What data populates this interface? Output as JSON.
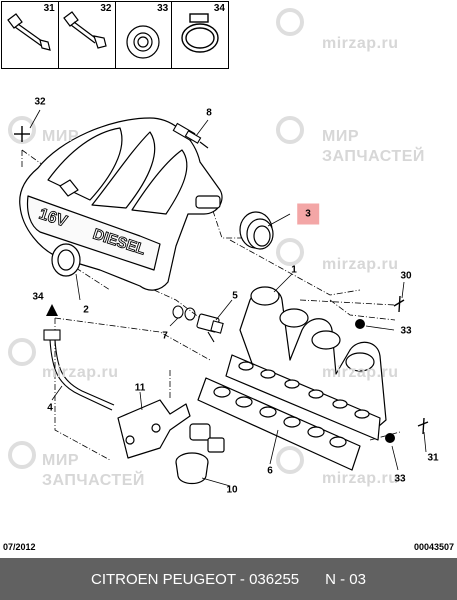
{
  "header_parts": [
    "31",
    "32",
    "33",
    "34"
  ],
  "callouts": [
    {
      "id": "32",
      "highlight": false
    },
    {
      "id": "8",
      "highlight": false
    },
    {
      "id": "3",
      "highlight": true
    },
    {
      "id": "1",
      "highlight": false
    },
    {
      "id": "30",
      "highlight": false
    },
    {
      "id": "33",
      "highlight": false
    },
    {
      "id": "2",
      "highlight": false
    },
    {
      "id": "5",
      "highlight": false
    },
    {
      "id": "7",
      "highlight": false
    },
    {
      "id": "34",
      "highlight": false
    },
    {
      "id": "4",
      "highlight": false
    },
    {
      "id": "11",
      "highlight": false
    },
    {
      "id": "6",
      "highlight": false
    },
    {
      "id": "10",
      "highlight": false
    },
    {
      "id": "31",
      "highlight": false
    },
    {
      "id": "33",
      "highlight": false
    }
  ],
  "engine_text": {
    "valves": "16V",
    "fuel": "DIESEL"
  },
  "watermark": {
    "latin": "mirzap.ru",
    "cyr_line1": "МИР",
    "cyr_line2": "ЗАПЧАСТЕЙ"
  },
  "date_code": "07/2012",
  "ref_code": "00043507",
  "footer": {
    "brand_part": "CITROEN PEUGEOT - 036255",
    "position": "N - 03"
  },
  "colors": {
    "highlight": "#f3a6a6",
    "footer_bg": "#616161",
    "watermark": "#d7d7d7"
  }
}
